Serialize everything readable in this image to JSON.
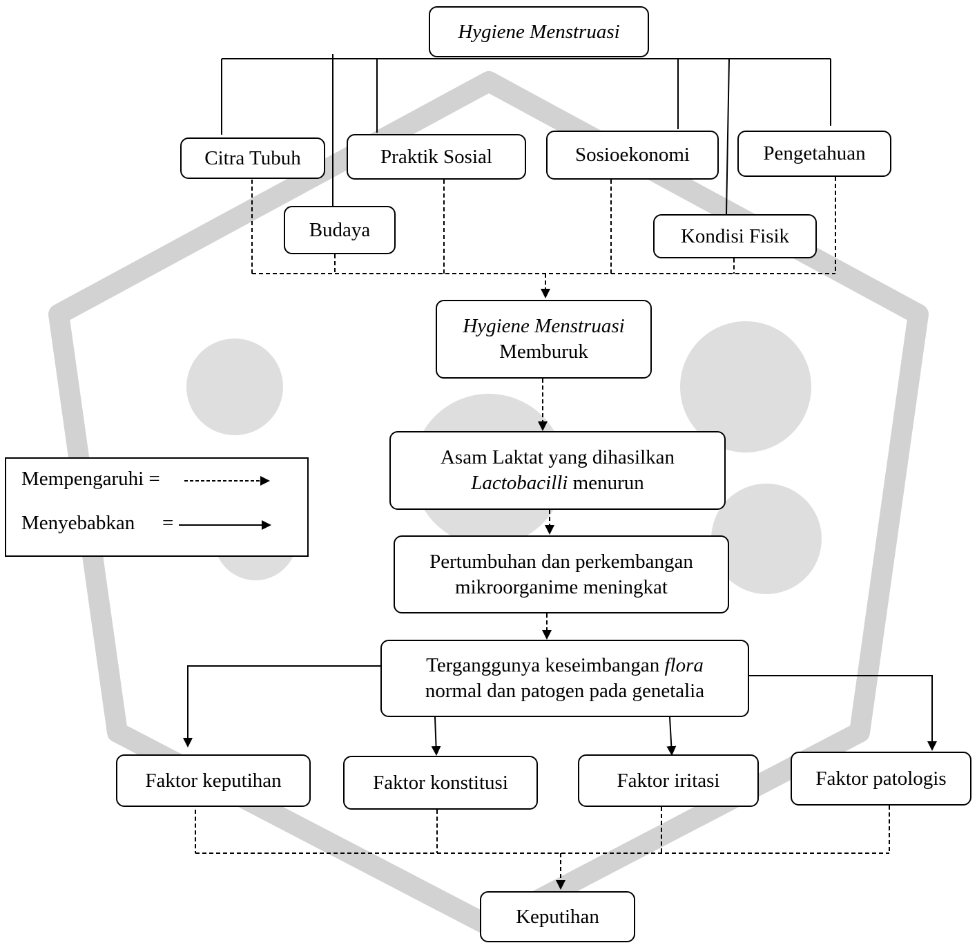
{
  "diagram": {
    "top": {
      "italic": "Hygiene Menstruasi"
    },
    "factors": {
      "citra_tubuh": "Citra Tubuh",
      "praktik_sosial": "Praktik Sosial",
      "sosioekonomi": "Sosioekonomi",
      "pengetahuan": "Pengetahuan",
      "budaya": "Budaya",
      "kondisi_fisik": "Kondisi Fisik"
    },
    "hygiene_memburuk": {
      "italic": "Hygiene Menstruasi",
      "plain": "Memburuk"
    },
    "asam_laktat": {
      "line1": "Asam Laktat yang dihasilkan",
      "line2_italic": "Lactobacilli",
      "line2_plain": " menurun"
    },
    "pertumbuhan": {
      "line1": "Pertumbuhan dan perkembangan",
      "line2": "mikroorganime meningkat"
    },
    "terganggu": {
      "line1_plain": "Terganggunya keseimbangan ",
      "line1_italic": "flora",
      "line2": "normal dan patogen pada genetalia"
    },
    "causes": {
      "keputihan": "Faktor keputihan",
      "konstitusi": "Faktor konstitusi",
      "iritasi": "Faktor iritasi",
      "patologis": "Faktor patologis"
    },
    "result": "Keputihan"
  },
  "legend": {
    "influence_label": "Mempengaruhi =",
    "cause_label": "Menyebabkan",
    "cause_equals": "="
  },
  "colors": {
    "line": "#000000",
    "watermark": "#c8c8c8"
  }
}
